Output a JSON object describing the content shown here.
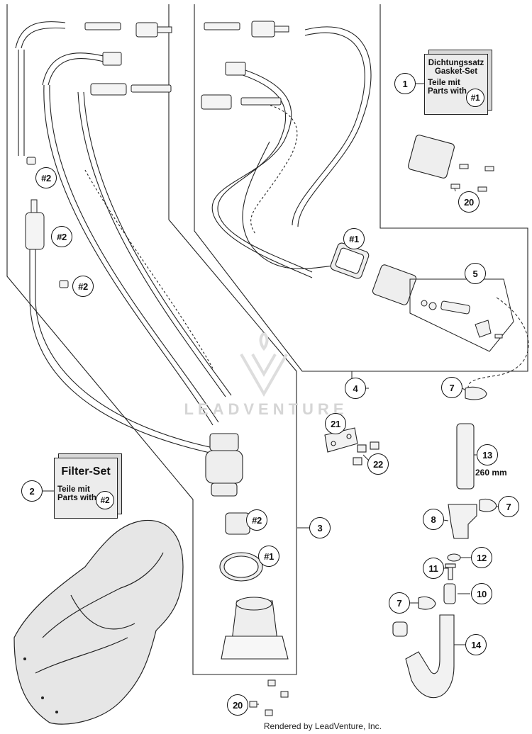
{
  "boxes": {
    "gasket": {
      "line1": "Dichtungssatz",
      "line2": "Gasket-Set",
      "line3": "Teile mit",
      "line4": "Parts with",
      "badge": "#1"
    },
    "filter": {
      "title": "Filter-Set",
      "line1": "Teile mit",
      "line2": "Parts with",
      "badge": "#2"
    }
  },
  "callouts": {
    "c1": "1",
    "c2": "2",
    "c3": "3",
    "c4": "4",
    "c5": "5",
    "c7a": "7",
    "c7b": "7",
    "c7c": "7",
    "c8": "8",
    "c10": "10",
    "c11": "11",
    "c12": "12",
    "c13": "13",
    "c14": "14",
    "c20a": "20",
    "c20b": "20",
    "c21": "21",
    "c22": "22",
    "h1a": "#1",
    "h1b": "#1",
    "h2a": "#2",
    "h2b": "#2",
    "h2c": "#2",
    "h2d": "#2"
  },
  "dimension": "260 mm",
  "watermark": "LEADVENTURE",
  "footer": "Rendered by LeadVenture, Inc."
}
